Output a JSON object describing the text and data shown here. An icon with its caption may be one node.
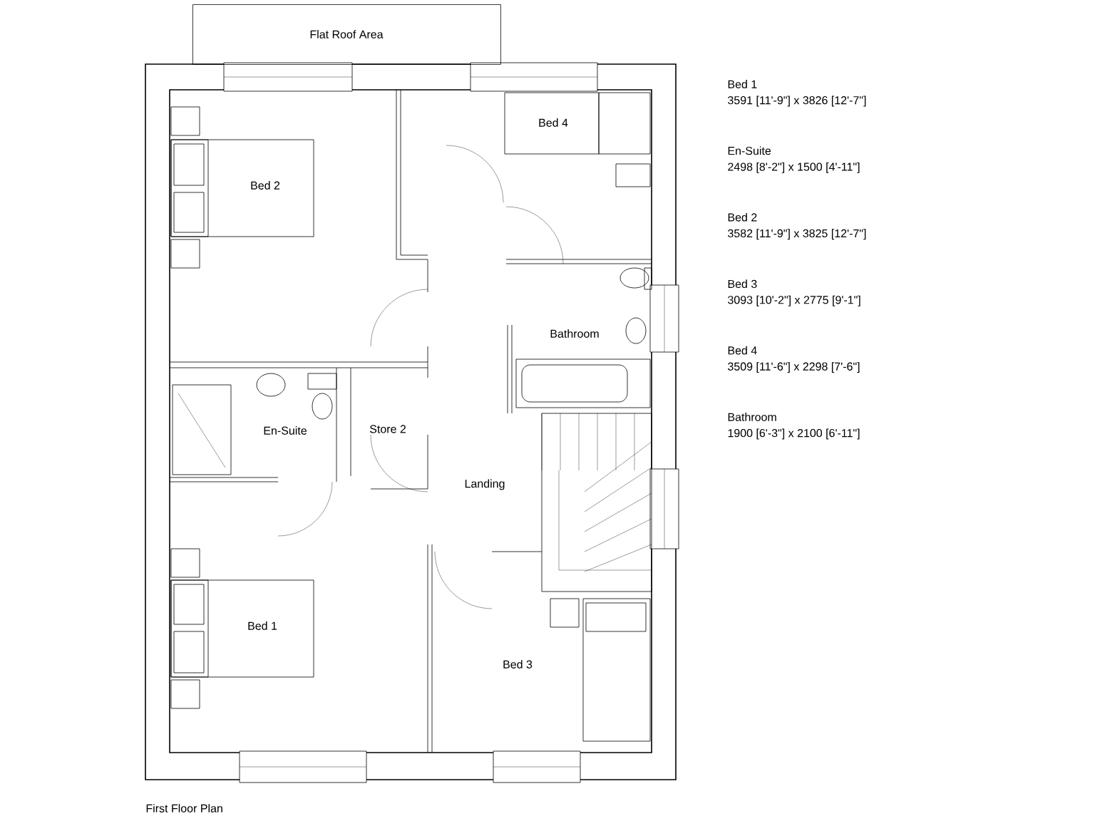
{
  "diagram": {
    "caption": "First Floor Plan",
    "nodes": [
      {
        "text": [
          "Flat Roof Area"
        ]
      }
    ],
    "edges": [],
    "labels": [
      "Bed 4",
      "Bed 2",
      "Bathroom",
      "En-Suite",
      "Store 2",
      "Landing",
      "Bed 1",
      "Bed 3",
      "Bed 1",
      "3591 [11'-9\"] x 3826 [12'-7\"]",
      "En-Suite",
      "2498 [8'-2\"] x 1500 [4'-11\"]",
      "Bed 2",
      "3582 [11'-9\"] x 3825 [12'-7\"]",
      "Bed 3",
      "3093 [10'-2\"] x 2775 [9'-1\"]",
      "Bed 4",
      "3509 [11'-6\"] x 2298 [7'-6\"]",
      "Bathroom",
      "1900 [6'-3\"] x 2100 [6'-11\"]"
    ]
  }
}
